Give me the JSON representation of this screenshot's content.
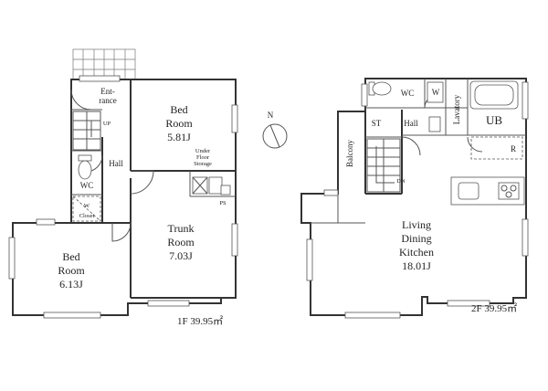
{
  "floor1": {
    "label": "1F",
    "area": "39.95㎡",
    "rooms": {
      "entrance": [
        "Ent-",
        "rance"
      ],
      "bed1": {
        "name": [
          "Bed",
          "Room"
        ],
        "size": "5.81J"
      },
      "bed2": {
        "name": [
          "Bed",
          "Room"
        ],
        "size": "6.13J"
      },
      "trunk": {
        "name": [
          "Trunk",
          "Room"
        ],
        "size": "7.03J"
      },
      "hall": "Hall",
      "wc": "WC",
      "closet": [
        "W",
        "Closet"
      ],
      "under_floor": [
        "Under",
        "Floor",
        "Storage"
      ],
      "up": "UP",
      "ps": "PS"
    }
  },
  "floor2": {
    "label": "2F",
    "area": "39.95㎡",
    "rooms": {
      "wc": "WC",
      "w": "W",
      "lavatory": "Lavatory",
      "ub": "UB",
      "st": "ST",
      "hall": "Hall",
      "r": "R",
      "balcony": "Balcony",
      "dn": "DN",
      "ldk": {
        "name": [
          "Living",
          "Dining",
          "Kitchen"
        ],
        "size": "18.01J"
      }
    }
  },
  "compass": {
    "north": "N"
  }
}
